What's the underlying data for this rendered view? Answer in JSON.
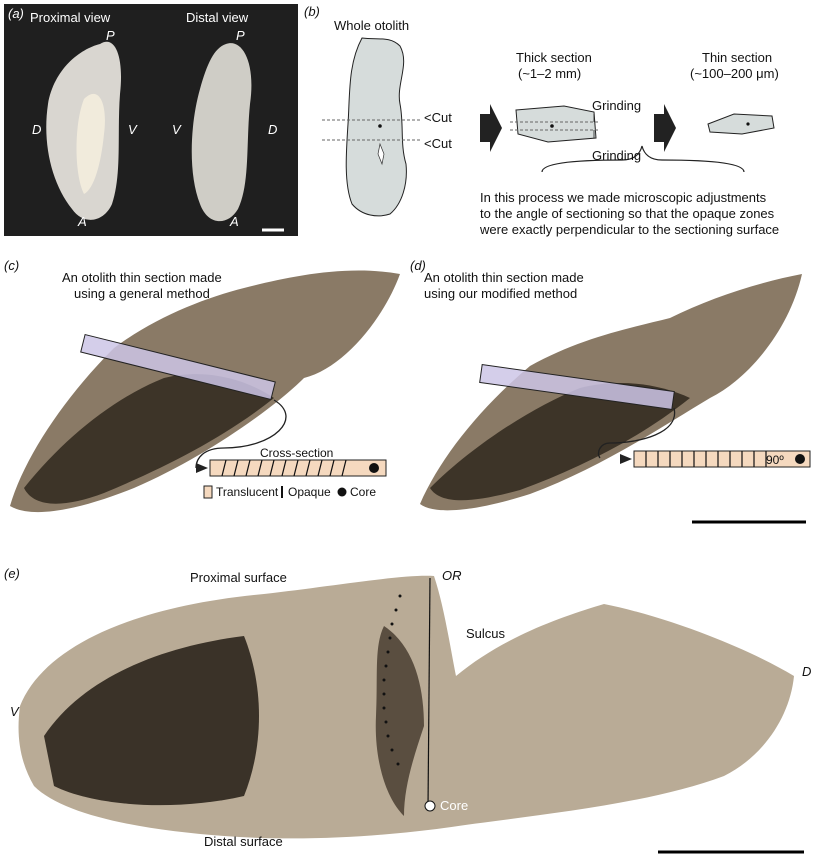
{
  "panels": {
    "a": {
      "label": "(a)",
      "proximal_view": "Proximal view",
      "distal_view": "Distal view",
      "axes": {
        "p": "P",
        "a": "A",
        "d": "D",
        "v": "V"
      }
    },
    "b": {
      "label": "(b)",
      "whole_otolith": "Whole otolith",
      "cut": "<Cut",
      "thick_section": "Thick section",
      "thick_size": "(~1–2 mm)",
      "thin_section": "Thin section",
      "thin_size": "(~100–200 μm)",
      "grinding": "Grinding",
      "note_line1": "In this process we made microscopic adjustments",
      "note_line2": "to the angle of sectioning so that the opaque zones",
      "note_line3": "were exactly perpendicular to the sectioning surface"
    },
    "c": {
      "label": "(c)",
      "title_line1": "An otolith thin section made",
      "title_line2": "using a general method",
      "cross_section": "Cross-section",
      "legend_translucent": "Translucent",
      "legend_opaque": "Opaque",
      "legend_core": "Core"
    },
    "d": {
      "label": "(d)",
      "title_line1": "An otolith thin section made",
      "title_line2": "using our modified method",
      "angle": "90º"
    },
    "e": {
      "label": "(e)",
      "proximal_surface": "Proximal surface",
      "or_label": "OR",
      "sulcus": "Sulcus",
      "d": "D",
      "v": "V",
      "core": "Core",
      "distal_surface": "Distal surface"
    }
  },
  "colors": {
    "photo_bg": "#1f1f1f",
    "otolith_fill": "#d6dcdb",
    "translucent": "#f5d9bf",
    "section_bar": "#cdc6e6",
    "thin_section_tone": "#8a7a66"
  }
}
